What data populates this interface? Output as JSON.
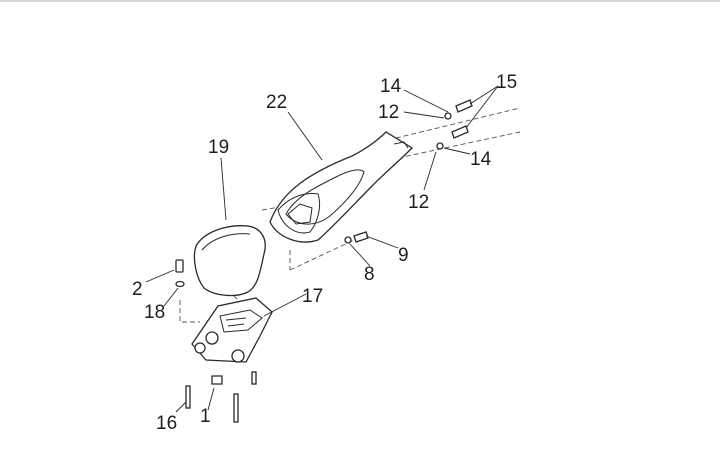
{
  "diagram": {
    "callouts": [
      {
        "id": "c22",
        "text": "22"
      },
      {
        "id": "c19",
        "text": "19"
      },
      {
        "id": "c14a",
        "text": "14"
      },
      {
        "id": "c12a",
        "text": "12"
      },
      {
        "id": "c15",
        "text": "15"
      },
      {
        "id": "c14b",
        "text": "14"
      },
      {
        "id": "c12b",
        "text": "12"
      },
      {
        "id": "c9",
        "text": "9"
      },
      {
        "id": "c8",
        "text": "8"
      },
      {
        "id": "c17",
        "text": "17"
      },
      {
        "id": "c2",
        "text": "2"
      },
      {
        "id": "c18",
        "text": "18"
      },
      {
        "id": "c16",
        "text": "16"
      },
      {
        "id": "c1",
        "text": "1"
      }
    ]
  }
}
